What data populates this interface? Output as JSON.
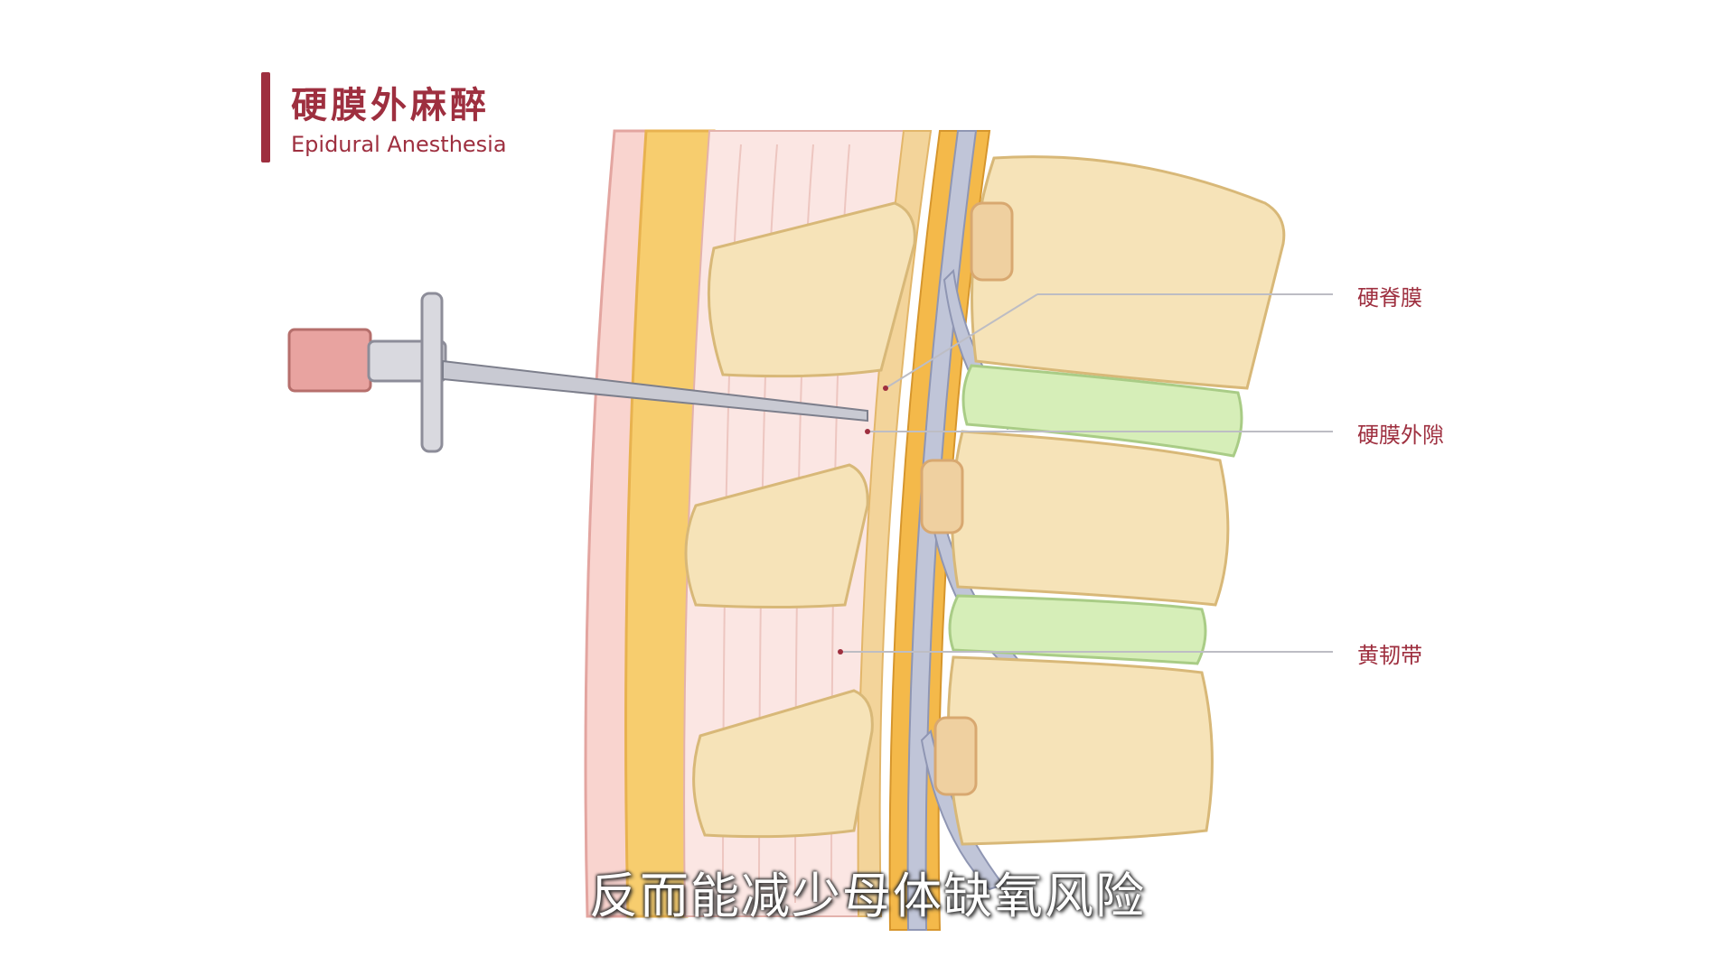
{
  "title": {
    "zh": "硬膜外麻醉",
    "en": "Epidural Anesthesia"
  },
  "labels": {
    "dura": "硬脊膜",
    "epidural_space": "硬膜外隙",
    "ligamentum_flavum": "黄韧带"
  },
  "subtitle": "反而能减少母体缺氧风险",
  "colors": {
    "accent": "#9e2f3f",
    "fat": "#f7cd6e",
    "bone": "#f6e3b8",
    "disc": "#d6eeb8",
    "dura": "#b9bfd6",
    "needle_hub": "#e8a3a0"
  }
}
